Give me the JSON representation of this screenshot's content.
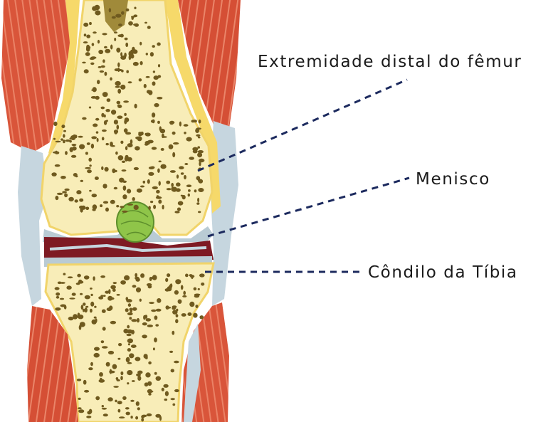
{
  "labels": {
    "femur": "Extremidade distal do fêmur",
    "menisco": "Menisco",
    "tibia": "Côndilo da Tíbia"
  },
  "colors": {
    "muscle": "#d9553a",
    "muscle_stripe": "#f19a80",
    "tendon": "#c6d6df",
    "bone": "#f8edb8",
    "bone_edge": "#f1d46a",
    "pore": "#6f5a1f",
    "cartilage_dark": "#7e1a23",
    "meniscus": "#8fc549",
    "leader_line": "#1c2a5e"
  }
}
